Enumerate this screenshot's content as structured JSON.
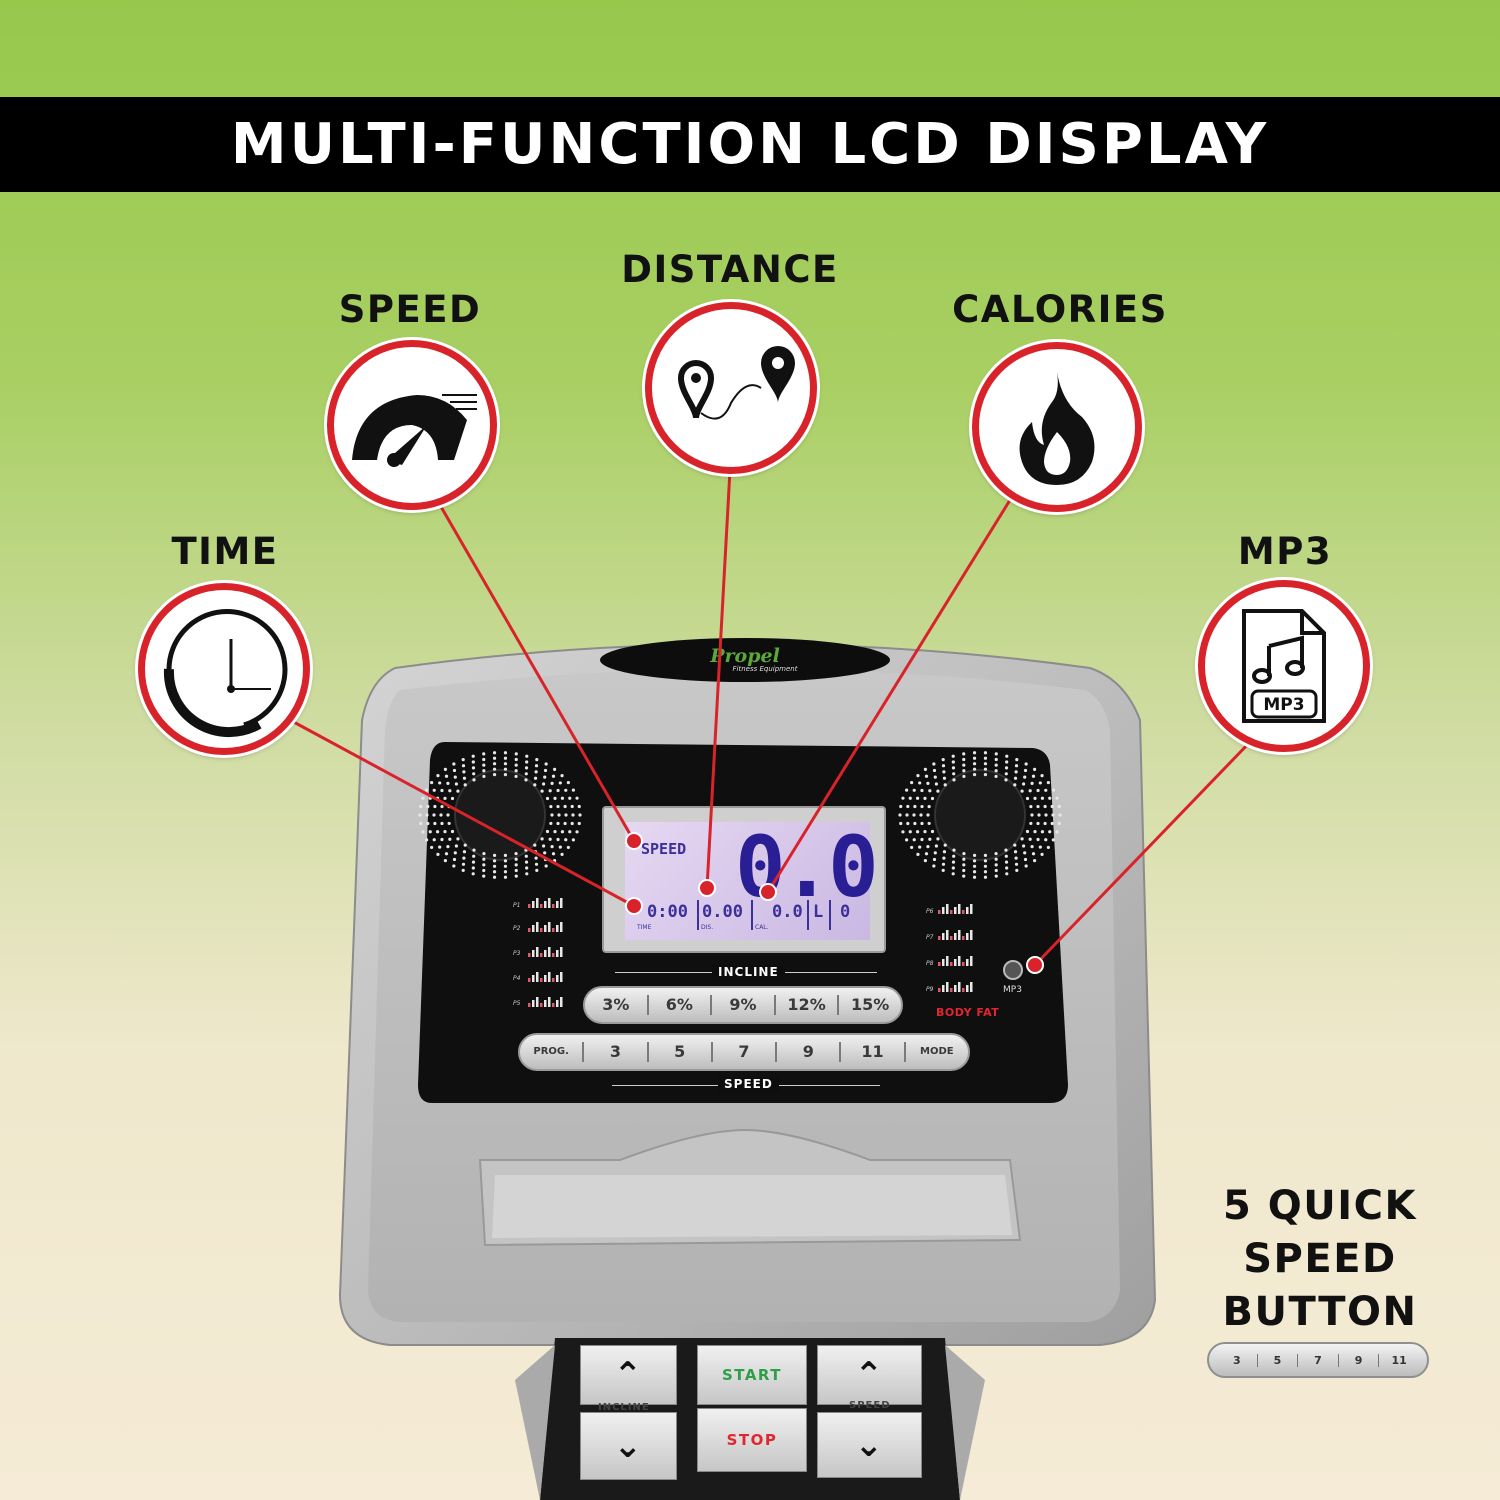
{
  "banner": {
    "title": "MULTI-FUNCTION LCD DISPLAY"
  },
  "features": {
    "time": "TIME",
    "speed": "SPEED",
    "distance": "DISTANCE",
    "calories": "CALORIES",
    "mp3": "MP3"
  },
  "icons": {
    "time": "clock-icon",
    "speed": "speedometer-icon",
    "distance": "route-pin-icon",
    "calories": "flame-icon",
    "mp3": "mp3-file-icon",
    "mp3_text": "MP3"
  },
  "console": {
    "brand": "Propel",
    "brand_sub": "Fitness Equipment",
    "lcd": {
      "speed_label": "SPEED",
      "speed_value": "0.0",
      "time_value": "0:00",
      "distance_value": "0.00",
      "calories_value": "0.0",
      "level_label": "L",
      "level_value": "0",
      "time_caption": "TIME",
      "distance_caption": "DIS.",
      "calories_caption": "CAL."
    },
    "programs_left": [
      "P1",
      "P2",
      "P3",
      "P4",
      "P5"
    ],
    "programs_right": [
      "P6",
      "P7",
      "P8",
      "P9"
    ],
    "incline_label": "INCLINE",
    "incline_buttons": [
      "3%",
      "6%",
      "9%",
      "12%",
      "15%"
    ],
    "speed_label": "SPEED",
    "speed_row": [
      "PROG.",
      "3",
      "5",
      "7",
      "9",
      "11",
      "MODE"
    ],
    "body_fat": "BODY FAT",
    "mp3_port": "MP3"
  },
  "keypad": {
    "incline_label": "INCLINE",
    "start": "START",
    "stop": "STOP",
    "speed_label": "SPEED"
  },
  "quick_speed": {
    "lines": [
      "5 QUICK",
      "SPEED",
      "BUTTON"
    ],
    "buttons": [
      "3",
      "5",
      "7",
      "9",
      "11"
    ]
  },
  "colors": {
    "accent_red": "#d8232a",
    "start_green": "#2e9e47",
    "stop_red": "#e0262f"
  }
}
